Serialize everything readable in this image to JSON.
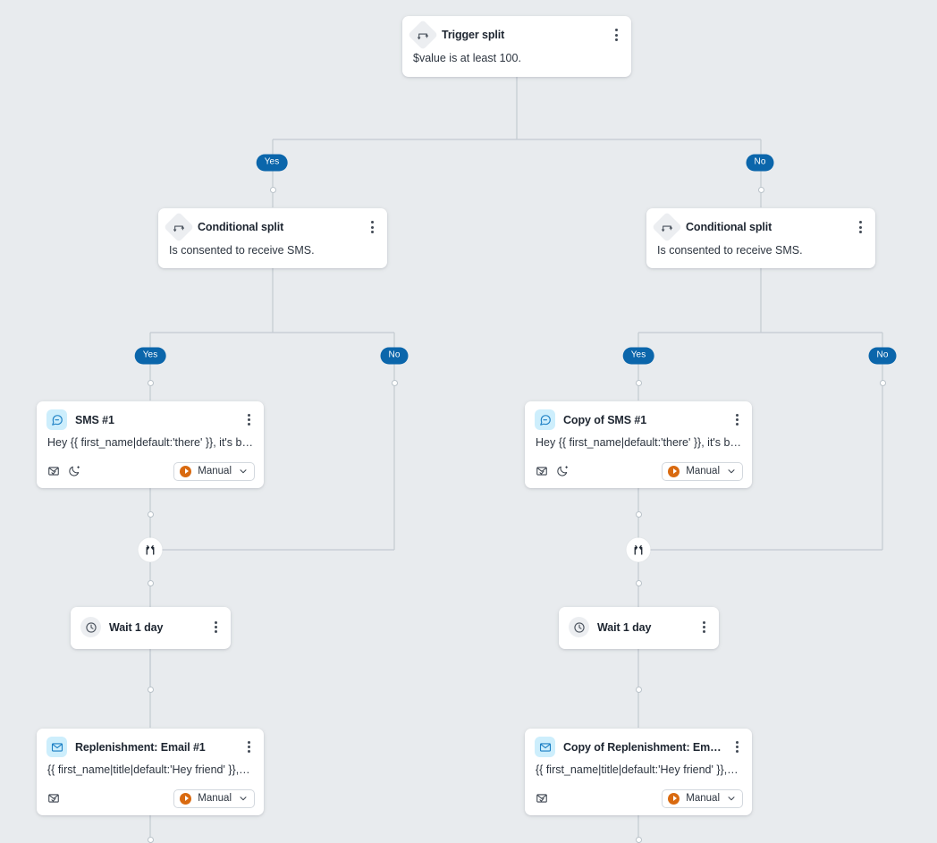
{
  "canvas": {
    "background": "#e8ebee",
    "edge_color": "#c3cad1",
    "accent_blue": "#0b66ab",
    "icon_blue": "#1b7fc4",
    "manual_orange": "#d96a10"
  },
  "branch_labels": {
    "yes": "Yes",
    "no": "No"
  },
  "nodes": {
    "trigger_split": {
      "title": "Trigger split",
      "body": "$value is at least 100.",
      "icon": "split-icon"
    },
    "conditional_split_left": {
      "title": "Conditional split",
      "body": "Is consented to receive SMS.",
      "icon": "split-icon"
    },
    "conditional_split_right": {
      "title": "Conditional split",
      "body": "Is consented to receive SMS.",
      "icon": "split-icon"
    },
    "sms_left": {
      "title": "SMS #1",
      "body": "Hey {{ first_name|default:'there' }}, it's be…",
      "icon": "sms-icon",
      "status": "Manual",
      "foot_icons": [
        "smart-sending-icon",
        "quiet-hours-icon"
      ]
    },
    "sms_right": {
      "title": "Copy of SMS #1",
      "body": "Hey {{ first_name|default:'there' }}, it's be…",
      "icon": "sms-icon",
      "status": "Manual",
      "foot_icons": [
        "smart-sending-icon",
        "quiet-hours-icon"
      ]
    },
    "wait_left": {
      "title": "Wait 1 day",
      "icon": "clock-icon"
    },
    "wait_right": {
      "title": "Wait 1 day",
      "icon": "clock-icon"
    },
    "email_left": {
      "title": "Replenishment: Email #1",
      "body": "{{ first_name|title|default:'Hey friend' }}, r…",
      "icon": "mail-icon",
      "status": "Manual",
      "foot_icons": [
        "smart-sending-icon"
      ]
    },
    "email_right": {
      "title": "Copy of Replenishment: Em…",
      "body": "{{ first_name|title|default:'Hey friend' }}, r…",
      "icon": "mail-icon",
      "status": "Manual",
      "foot_icons": [
        "smart-sending-icon"
      ]
    }
  },
  "edge_markers": {
    "shuffle_left": "shuffle-icon",
    "shuffle_right": "shuffle-icon"
  }
}
